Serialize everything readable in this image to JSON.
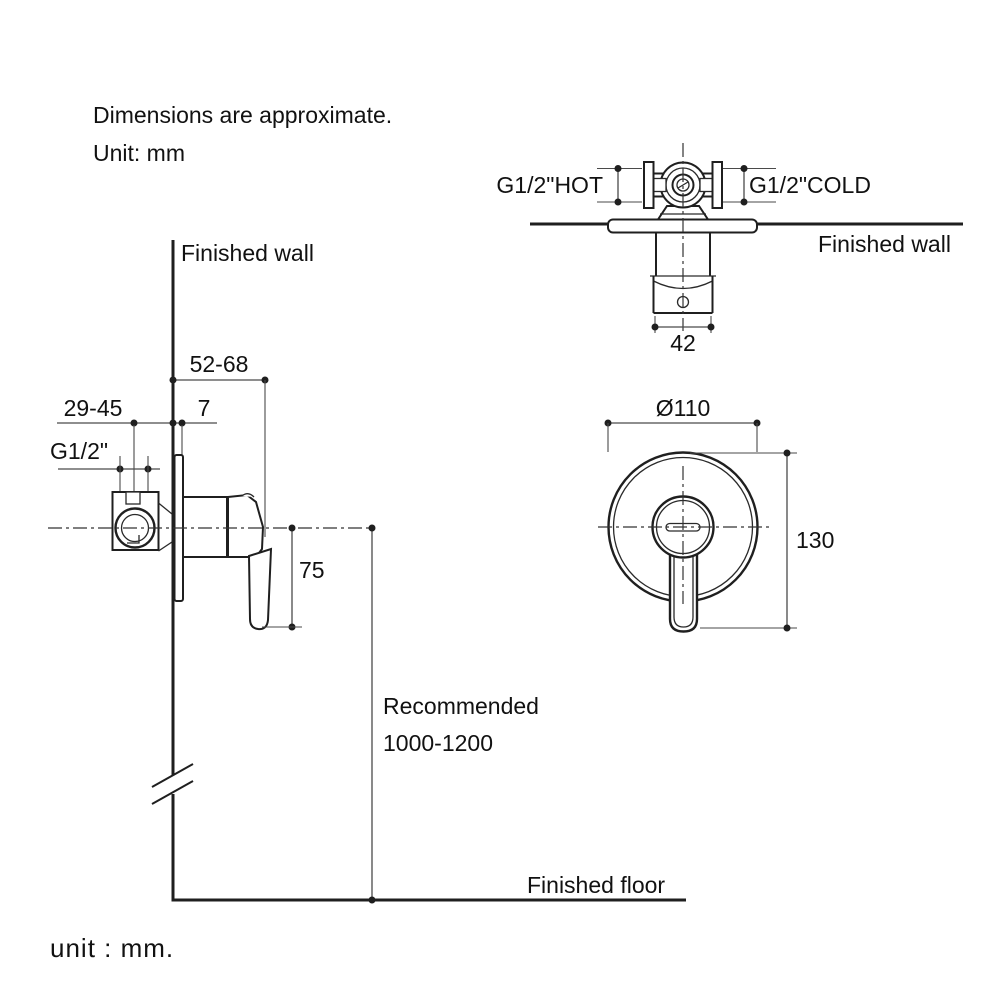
{
  "notes": {
    "line1": "Dimensions are approximate.",
    "line2": "Unit: mm"
  },
  "footer": {
    "unit_note": "unit : mm."
  },
  "side_view": {
    "finished_wall_label": "Finished wall",
    "finished_floor_label": "Finished floor",
    "dim_rough_in": "52-68",
    "dim_plate_thickness": "7",
    "dim_pipe_offset": "29-45",
    "dim_thread": "G1/2\"",
    "dim_handle_drop": "75",
    "recommended_line1": "Recommended",
    "recommended_line2": "1000-1200"
  },
  "top_view": {
    "finished_wall_label": "Finished wall",
    "dim_hot": "G1/2\"HOT",
    "dim_cold": "G1/2\"COLD",
    "dim_handle_width": "42"
  },
  "front_view": {
    "dim_diameter": "Ø110",
    "dim_height": "130"
  },
  "colors": {
    "background": "#ffffff",
    "line": "#1f1f1f",
    "dimension_line": "#4a4a4a",
    "text": "#111111"
  }
}
